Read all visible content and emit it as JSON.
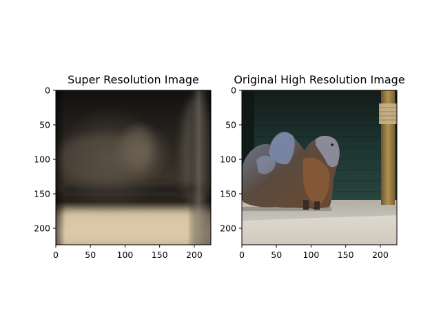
{
  "figure": {
    "background": "#ffffff"
  },
  "chart_data": [
    {
      "type": "image",
      "title": "Super Resolution Image",
      "xlabel": "",
      "ylabel": "",
      "xlim": [
        0,
        224
      ],
      "ylim": [
        224,
        0
      ],
      "xticks": [
        0,
        50,
        100,
        150,
        200
      ],
      "yticks": [
        0,
        50,
        100,
        150,
        200
      ],
      "grid": false,
      "image": {
        "description_colors": {
          "top": "#151310",
          "middle": "#3a342b",
          "ground": "#d9c6a6"
        }
      }
    },
    {
      "type": "image",
      "title": "Original High Resolution Image",
      "xlabel": "",
      "ylabel": "",
      "xlim": [
        0,
        224
      ],
      "ylim": [
        224,
        0
      ],
      "xticks": [
        0,
        50,
        100,
        150,
        200
      ],
      "yticks": [
        0,
        50,
        100,
        150,
        200
      ],
      "grid": false,
      "image": {
        "description_colors": {
          "wall": "#1f3a33",
          "post": "#9a7b45",
          "camel": "#5b4a3c",
          "ground": "#d8d4c9"
        }
      }
    }
  ]
}
